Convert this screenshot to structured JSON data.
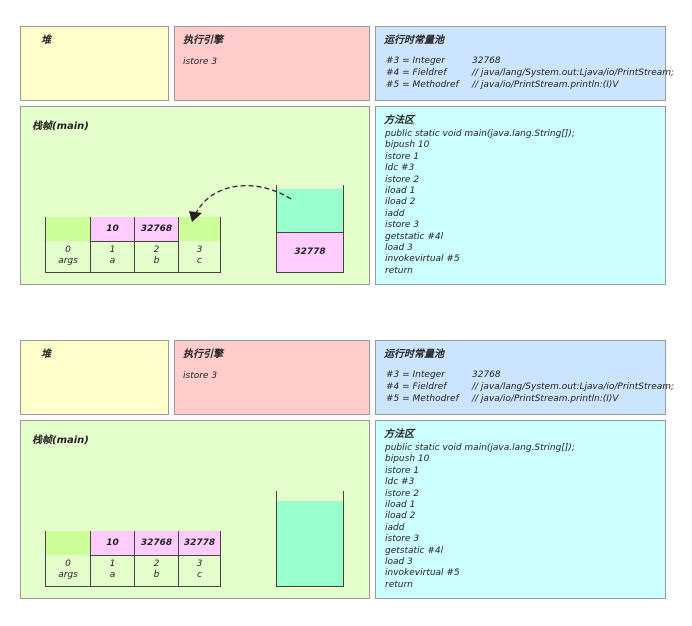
{
  "panels": [
    {
      "heap": {
        "title": "堆"
      },
      "engine": {
        "title": "执行引擎",
        "instruction": "istore 3"
      },
      "pool": {
        "title": "运行时常量池",
        "rows": [
          {
            "ref": "#3 = Integer",
            "value": "32768"
          },
          {
            "ref": "#4 = Fieldref",
            "value": "// java/lang/System.out:Ljava/io/PrintStream;"
          },
          {
            "ref": "#5 = Methodref",
            "value": "// java/io/PrintStream.println:(I)V"
          }
        ]
      },
      "frame": {
        "title": "栈帧(main)",
        "slots": [
          {
            "value": "",
            "index": "0",
            "name": "args"
          },
          {
            "value": "10",
            "index": "1",
            "name": "a"
          },
          {
            "value": "32768",
            "index": "2",
            "name": "b"
          },
          {
            "value": "",
            "index": "3",
            "name": "c"
          }
        ],
        "operand_stack": [
          "32778"
        ],
        "arrow": "operand-to-slot-c"
      },
      "method": {
        "title": "方法区",
        "lines": [
          "public static void main(java.lang.String[]);",
          "bipush 10",
          "istore 1",
          "ldc #3",
          "istore 2",
          "iload 1",
          "iload 2",
          "iadd",
          "istore 3",
          "getstatic #4l",
          "load 3",
          "invokevirtual #5",
          "return"
        ]
      }
    },
    {
      "heap": {
        "title": "堆"
      },
      "engine": {
        "title": "执行引擎",
        "instruction": "istore 3"
      },
      "pool": {
        "title": "运行时常量池",
        "rows": [
          {
            "ref": "#3 = Integer",
            "value": "32768"
          },
          {
            "ref": "#4 = Fieldref",
            "value": "// java/lang/System.out:Ljava/io/PrintStream;"
          },
          {
            "ref": "#5 = Methodref",
            "value": "// java/io/PrintStream.println:(I)V"
          }
        ]
      },
      "frame": {
        "title": "栈帧(main)",
        "slots": [
          {
            "value": "",
            "index": "0",
            "name": "args"
          },
          {
            "value": "10",
            "index": "1",
            "name": "a"
          },
          {
            "value": "32768",
            "index": "2",
            "name": "b"
          },
          {
            "value": "32778",
            "index": "3",
            "name": "c"
          }
        ],
        "operand_stack": []
      },
      "method": {
        "title": "方法区",
        "lines": [
          "public static void main(java.lang.String[]);",
          "bipush 10",
          "istore 1",
          "ldc #3",
          "istore 2",
          "iload 1",
          "iload 2",
          "iadd",
          "istore 3",
          "getstatic #4l",
          "load 3",
          "invokevirtual #5",
          "return"
        ]
      }
    }
  ],
  "colors": {
    "heap": "#ffffcc",
    "engine": "#ffcccc",
    "pool": "#cce5ff",
    "frame": "#e5ffcc",
    "method": "#ccffff",
    "slot_filled": "#ffccff",
    "slot_empty": "#ccff99",
    "stack_bg": "#99ffcc"
  }
}
